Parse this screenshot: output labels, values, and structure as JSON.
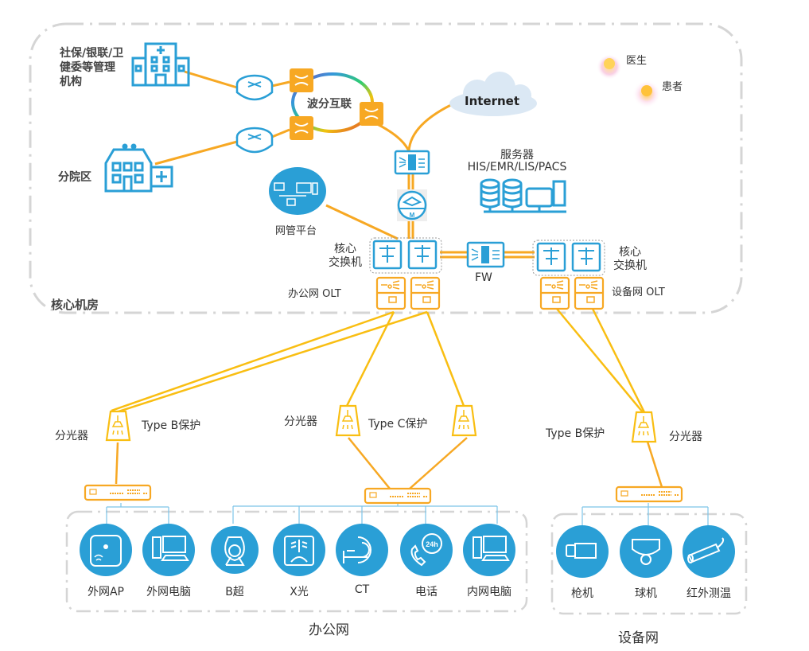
{
  "colors": {
    "blue": "#2a9fd6",
    "orange": "#f7a823",
    "yellow_line": "#f9be12",
    "border_gray": "#d5d5d5",
    "cloud": "#dbe8f4",
    "text": "#333333"
  },
  "core_room": {
    "title": "核心机房",
    "external": {
      "institutions_label": [
        "社保/银联/卫",
        "健委等管理",
        "机构"
      ],
      "branch_label": "分院区",
      "wdm_label": "波分互联",
      "internet_label": "Internet"
    },
    "people": [
      {
        "label": "医生",
        "icon": "doctor-icon"
      },
      {
        "label": "患者",
        "icon": "patient-icon"
      }
    ],
    "servers": {
      "title": "服务器",
      "subtitle": "HIS/EMR/LIS/PACS"
    },
    "nms_label": "网管平台",
    "core_switch_left_label": [
      "核心",
      "交换机"
    ],
    "core_switch_right_label": [
      "核心",
      "交换机"
    ],
    "fw_label": "FW",
    "office_olt_label": "办公网 OLT",
    "device_olt_label": "设备网 OLT"
  },
  "splitters": {
    "left": {
      "label": "分光器",
      "protection": "Type B保护"
    },
    "middle": {
      "label": "分光器",
      "protection": "Type C保护"
    },
    "right": {
      "label": "分光器",
      "protection": "Type B保护"
    }
  },
  "office_network": {
    "title": "办公网",
    "devices": [
      {
        "label": "外网AP",
        "icon": "access-point-icon"
      },
      {
        "label": "外网电脑",
        "icon": "desktop-computer-icon"
      },
      {
        "label": "B超",
        "icon": "ultrasound-icon"
      },
      {
        "label": "X光",
        "icon": "xray-icon"
      },
      {
        "label": "CT",
        "icon": "ct-scanner-icon"
      },
      {
        "label": "电话",
        "icon": "phone-24h-icon"
      },
      {
        "label": "内网电脑",
        "icon": "desktop-computer-icon"
      }
    ]
  },
  "device_network": {
    "title": "设备网",
    "devices": [
      {
        "label": "枪机",
        "icon": "box-camera-icon"
      },
      {
        "label": "球机",
        "icon": "dome-camera-icon"
      },
      {
        "label": "红外测温",
        "icon": "thermal-camera-icon"
      }
    ]
  }
}
